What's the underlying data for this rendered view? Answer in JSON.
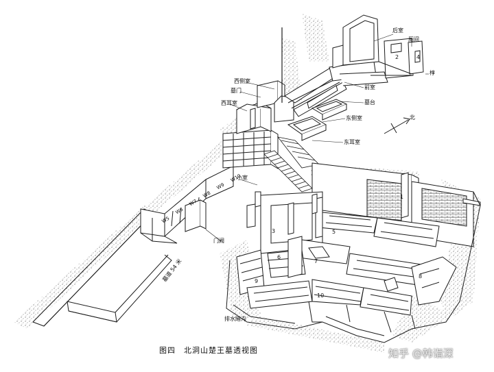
{
  "figure": {
    "caption": "图四　北洞山楚王墓透视图",
    "watermark": "知乎 @韩诣深"
  },
  "labels": {
    "west_side_room": "西侧室",
    "tomb_door": "墓门",
    "west_ear_room": "西耳室",
    "back_room": "后室",
    "toilet": "厕间",
    "cabinet": "椁",
    "front_room": "前室",
    "platform": "墓台",
    "east_side_room": "东侧室",
    "east_ear_room": "东耳室",
    "small_room": "小室",
    "gate": "门阙",
    "corridor_length": "墓道 54 米",
    "drainage": "排水暗沟",
    "north": "北",
    "wall_marks": [
      "W5",
      "W6",
      "W7",
      "W8",
      "W9",
      "W10"
    ],
    "room_numbers": [
      "1",
      "2",
      "3",
      "4",
      "5",
      "6",
      "7",
      "8",
      "9",
      "10"
    ]
  },
  "colors": {
    "ink": "#1a1a1a",
    "stipple": "#555555",
    "paper": "#ffffff"
  }
}
